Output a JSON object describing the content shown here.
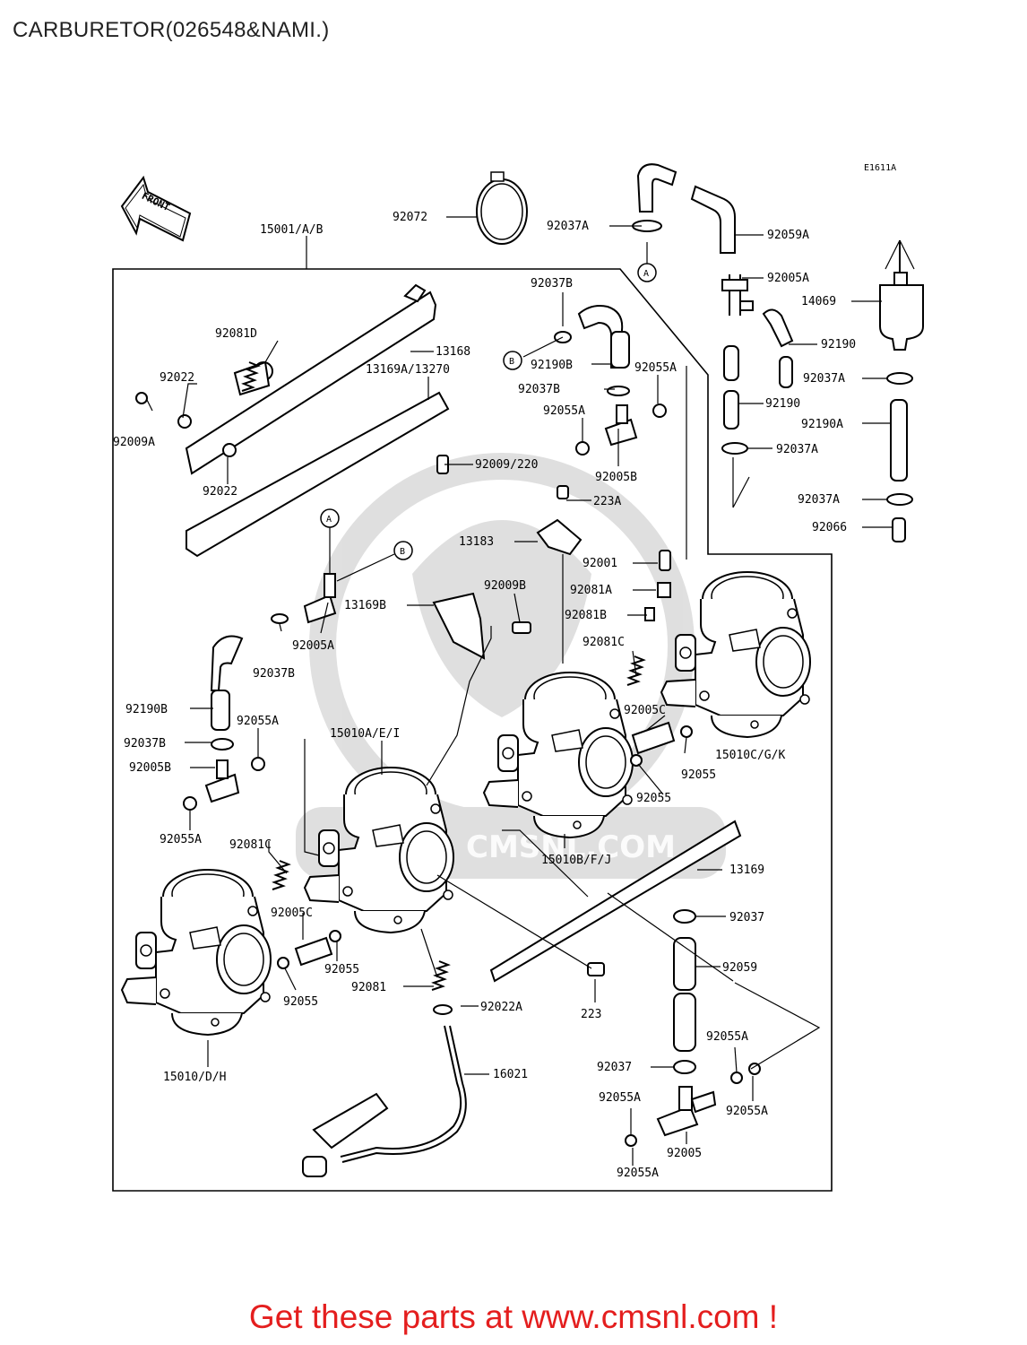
{
  "title": "CARBURETOR(026548&NAMI.)",
  "diagram_code": "E1611A",
  "front_label": "FRONT",
  "callouts": {
    "a": "A",
    "b": "B"
  },
  "watermark": "CMSNL.COM",
  "parts": [
    "15001/A/B",
    "92072",
    "92037A",
    "92059A",
    "92005A",
    "14069",
    "92190",
    "92037A",
    "92190",
    "92190A",
    "92037A",
    "92037A",
    "92066",
    "92037B",
    "92190B",
    "92055A",
    "92037B",
    "92055A",
    "92005B",
    "92081D",
    "13168",
    "13169A/13270",
    "92022",
    "92009A",
    "92022",
    "92009/220",
    "223A",
    "13183",
    "92001",
    "92081A",
    "92081B",
    "92081C",
    "92005C",
    "92055",
    "92055",
    "15010C/G/K",
    "92005A",
    "13169B",
    "92009B",
    "92037B",
    "92190B",
    "92055A",
    "92037B",
    "92005B",
    "92055A",
    "15010A/E/I",
    "15010B/F/J",
    "92081C",
    "92005C",
    "92055",
    "92055",
    "13169",
    "92037",
    "92059",
    "92081",
    "92022A",
    "223",
    "15010/D/H",
    "16021",
    "92055A",
    "92037",
    "92055A",
    "92055A",
    "92005",
    "92055A"
  ],
  "footer": {
    "cta": "Get these parts at www.cmsnl.com !"
  }
}
